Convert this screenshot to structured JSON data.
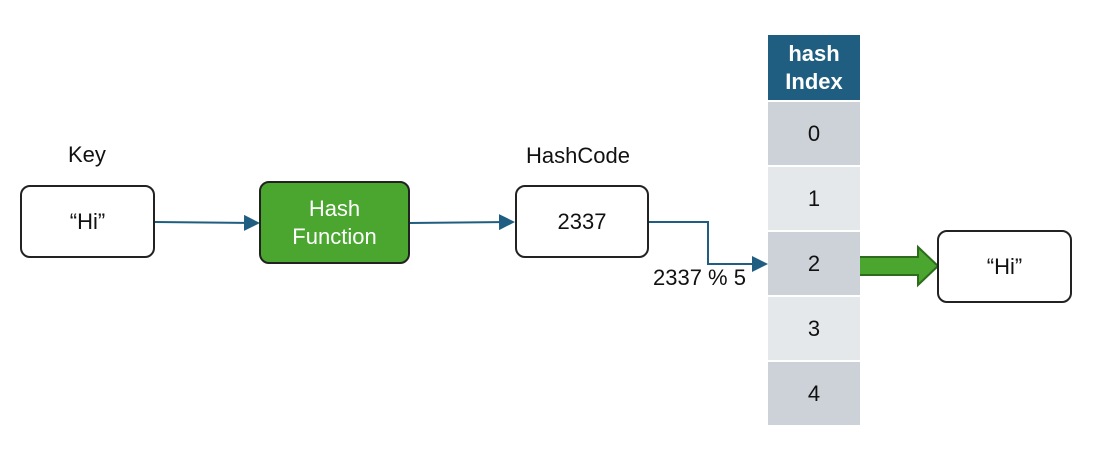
{
  "key_label": "Key",
  "key_value": "“Hi”",
  "hash_function": {
    "line1": "Hash",
    "line2": "Function"
  },
  "hashcode_label": "HashCode",
  "hashcode_value": "2337",
  "modulo_label": "2337 % 5",
  "table": {
    "header_line1": "hash",
    "header_line2": "Index",
    "indices": [
      "0",
      "1",
      "2",
      "3",
      "4"
    ]
  },
  "result_value": "“Hi”",
  "colors": {
    "hash_function_fill": "#4aa62f",
    "table_header": "#1f5e80",
    "arrow": "#1f5e80",
    "big_arrow_fill": "#4aa62f",
    "cell_dark": "#cdd2d8",
    "cell_light": "#e5e8eb"
  }
}
